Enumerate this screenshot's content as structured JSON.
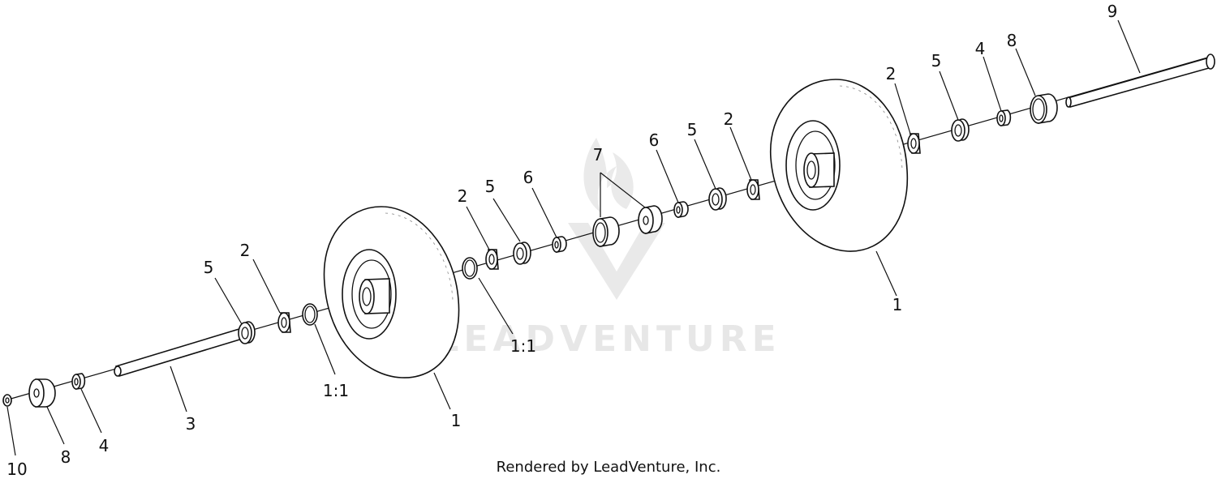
{
  "callouts": {
    "c1_a": "1",
    "c1_b": "1",
    "c1_1_a": "1:1",
    "c1_1_b": "1:1",
    "c2_a": "2",
    "c2_b": "2",
    "c2_c": "2",
    "c2_d": "2",
    "c3": "3",
    "c4_a": "4",
    "c4_b": "4",
    "c5_a": "5",
    "c5_b": "5",
    "c5_c": "5",
    "c5_d": "5",
    "c6_a": "6",
    "c6_b": "6",
    "c7": "7",
    "c8_a": "8",
    "c8_b": "8",
    "c9": "9",
    "c10": "10"
  },
  "watermark": "LEADVENTURE",
  "credit": "Rendered by LeadVenture, Inc."
}
